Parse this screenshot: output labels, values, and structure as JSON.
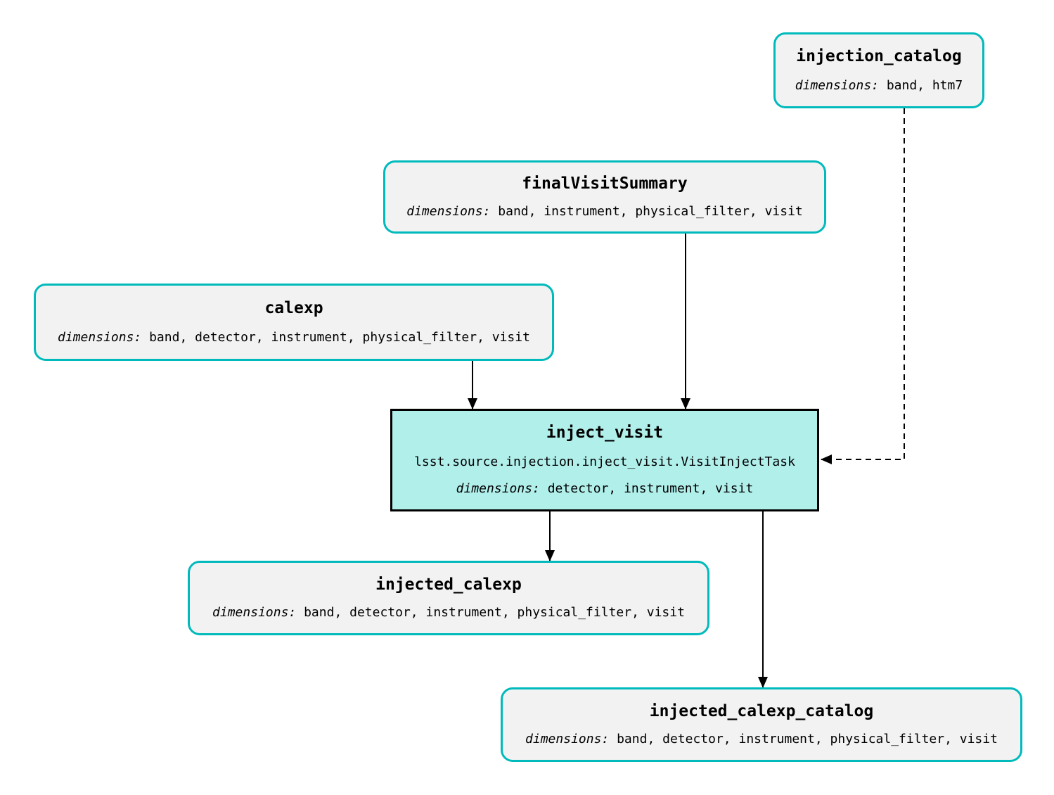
{
  "colors": {
    "dataset_border": "#00babc",
    "dataset_fill": "#f2f2f2",
    "task_fill": "#b1efeb",
    "task_border": "#000000",
    "edge": "#000000"
  },
  "nodes": {
    "injection_catalog": {
      "title": "injection_catalog",
      "dimensions_label": "dimensions: ",
      "dimensions": "band, htm7"
    },
    "finalVisitSummary": {
      "title": "finalVisitSummary",
      "dimensions_label": "dimensions: ",
      "dimensions": "band, instrument, physical_filter, visit"
    },
    "calexp": {
      "title": "calexp",
      "dimensions_label": "dimensions: ",
      "dimensions": "band, detector, instrument, physical_filter, visit"
    },
    "inject_visit": {
      "title": "inject_visit",
      "task_class": "lsst.source.injection.inject_visit.VisitInjectTask",
      "dimensions_label": "dimensions: ",
      "dimensions": "detector, instrument, visit"
    },
    "injected_calexp": {
      "title": "injected_calexp",
      "dimensions_label": "dimensions: ",
      "dimensions": "band, detector, instrument, physical_filter, visit"
    },
    "injected_calexp_catalog": {
      "title": "injected_calexp_catalog",
      "dimensions_label": "dimensions: ",
      "dimensions": "band, detector, instrument, physical_filter, visit"
    }
  },
  "edges": [
    {
      "from": "calexp",
      "to": "inject_visit",
      "style": "solid"
    },
    {
      "from": "finalVisitSummary",
      "to": "inject_visit",
      "style": "solid"
    },
    {
      "from": "injection_catalog",
      "to": "inject_visit",
      "style": "dashed"
    },
    {
      "from": "inject_visit",
      "to": "injected_calexp",
      "style": "solid"
    },
    {
      "from": "inject_visit",
      "to": "injected_calexp_catalog",
      "style": "solid"
    }
  ]
}
